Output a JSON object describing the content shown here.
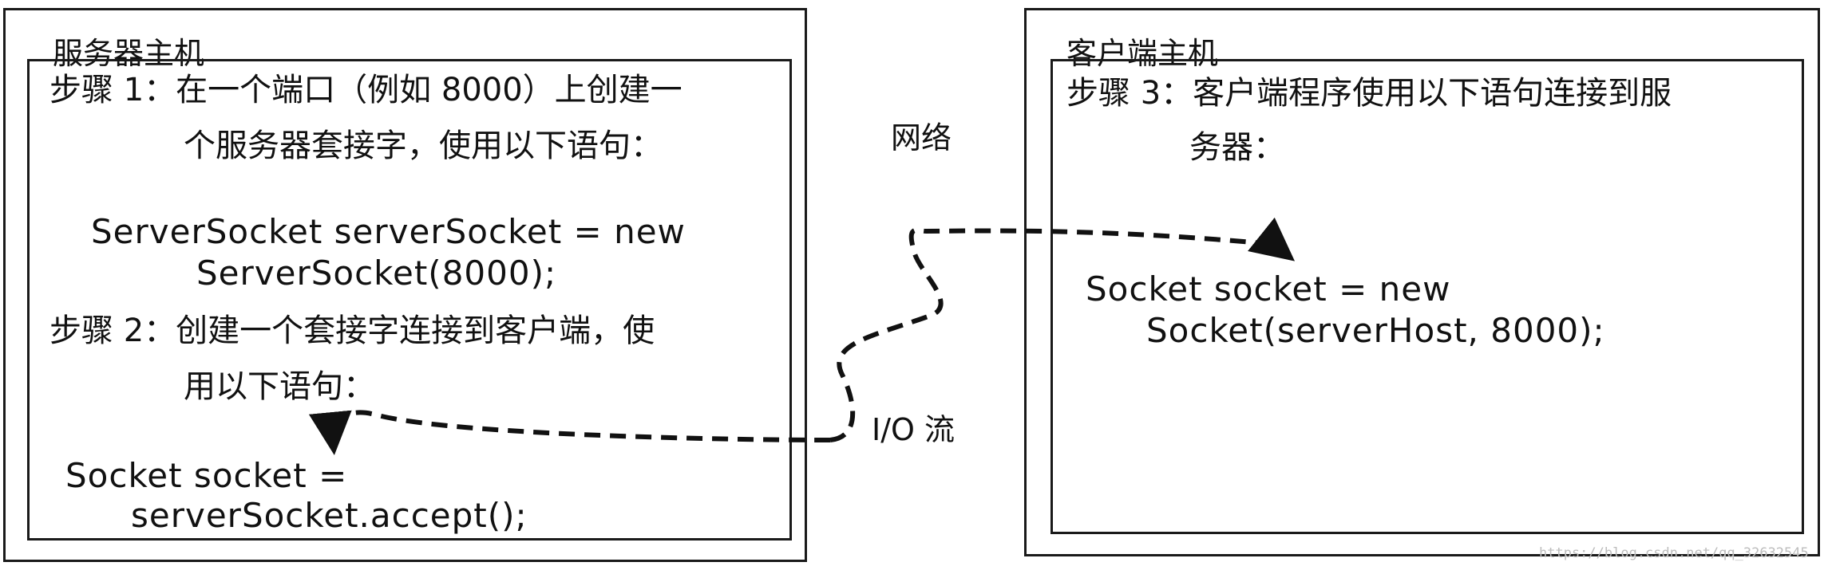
{
  "server": {
    "title": "服务器主机",
    "step1_line1": "步骤 1：在一个端口（例如 8000）上创建一",
    "step1_line2": "个服务器套接字，使用以下语句：",
    "code1_line1": "ServerSocket serverSocket = new",
    "code1_line2": "ServerSocket(8000);",
    "step2_line1": "步骤 2：创建一个套接字连接到客户端，使",
    "step2_line2": "用以下语句：",
    "code2_line1": "Socket socket =",
    "code2_line2": "serverSocket.accept();"
  },
  "network": {
    "label": "网络",
    "io_label": "I/O 流"
  },
  "client": {
    "title": "客户端主机",
    "step3_line1": "步骤 3：客户端程序使用以下语句连接到服",
    "step3_line2": "务器：",
    "code3_line1": "Socket socket = new",
    "code3_line2": "Socket(serverHost, 8000);"
  },
  "watermark": "https://blog.csdn.net/qq_32632545"
}
